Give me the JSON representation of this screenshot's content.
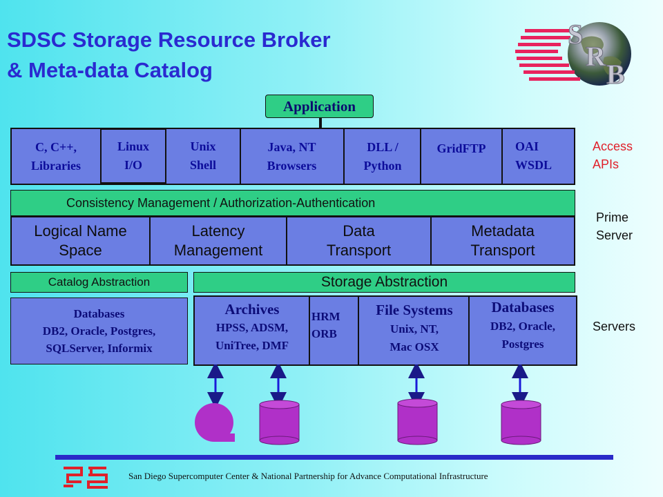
{
  "slide": {
    "title_line1": "SDSC Storage Resource Broker",
    "title_line2": "& Meta-data Catalog"
  },
  "logo": {
    "letters": [
      "S",
      "R",
      "B"
    ]
  },
  "application": {
    "label": "Application"
  },
  "access_apis": {
    "items": [
      "C, C++,\nLibraries",
      "Linux\nI/O",
      "Unix\nShell",
      "Java, NT\nBrowsers",
      "DLL /\nPython",
      "GridFTP",
      "OAI\nWSDL"
    ],
    "side_label": "Access\nAPIs"
  },
  "prime_server": {
    "consistency_label": "Consistency Management / Authorization-Authentication",
    "components": [
      "Logical Name\nSpace",
      "Latency\nManagement",
      "Data\nTransport",
      "Metadata\nTransport"
    ],
    "side_label": "Prime\nServer"
  },
  "catalog_abstraction": {
    "label": "Catalog Abstraction",
    "databases_title": "Databases",
    "databases_list": "DB2, Oracle, Postgres,\nSQLServer, Informix"
  },
  "storage_abstraction": {
    "label": "Storage Abstraction",
    "archives_title": "Archives",
    "archives_list": "HPSS, ADSM,\nUniTree, DMF",
    "hrm": "HRM\nORB",
    "filesystems_title": "File Systems",
    "filesystems_list": "Unix, NT,\nMac OSX",
    "databases_title": "Databases",
    "databases_list": "DB2, Oracle,\nPostgres"
  },
  "servers_label": "Servers",
  "footer": {
    "text": "San Diego Supercomputer Center  &  National Partnership for Advance Computational Infrastructure"
  },
  "colors": {
    "title": "#2a2ad0",
    "layer_blue": "#6b7ee3",
    "layer_green": "#2fce86",
    "api_text": "#0c0c9a",
    "side_label_red": "#e0202a",
    "storage_purple": "#b030c8",
    "arrow_blue": "#1a1ad8",
    "footer_line": "#2a2ac8"
  }
}
